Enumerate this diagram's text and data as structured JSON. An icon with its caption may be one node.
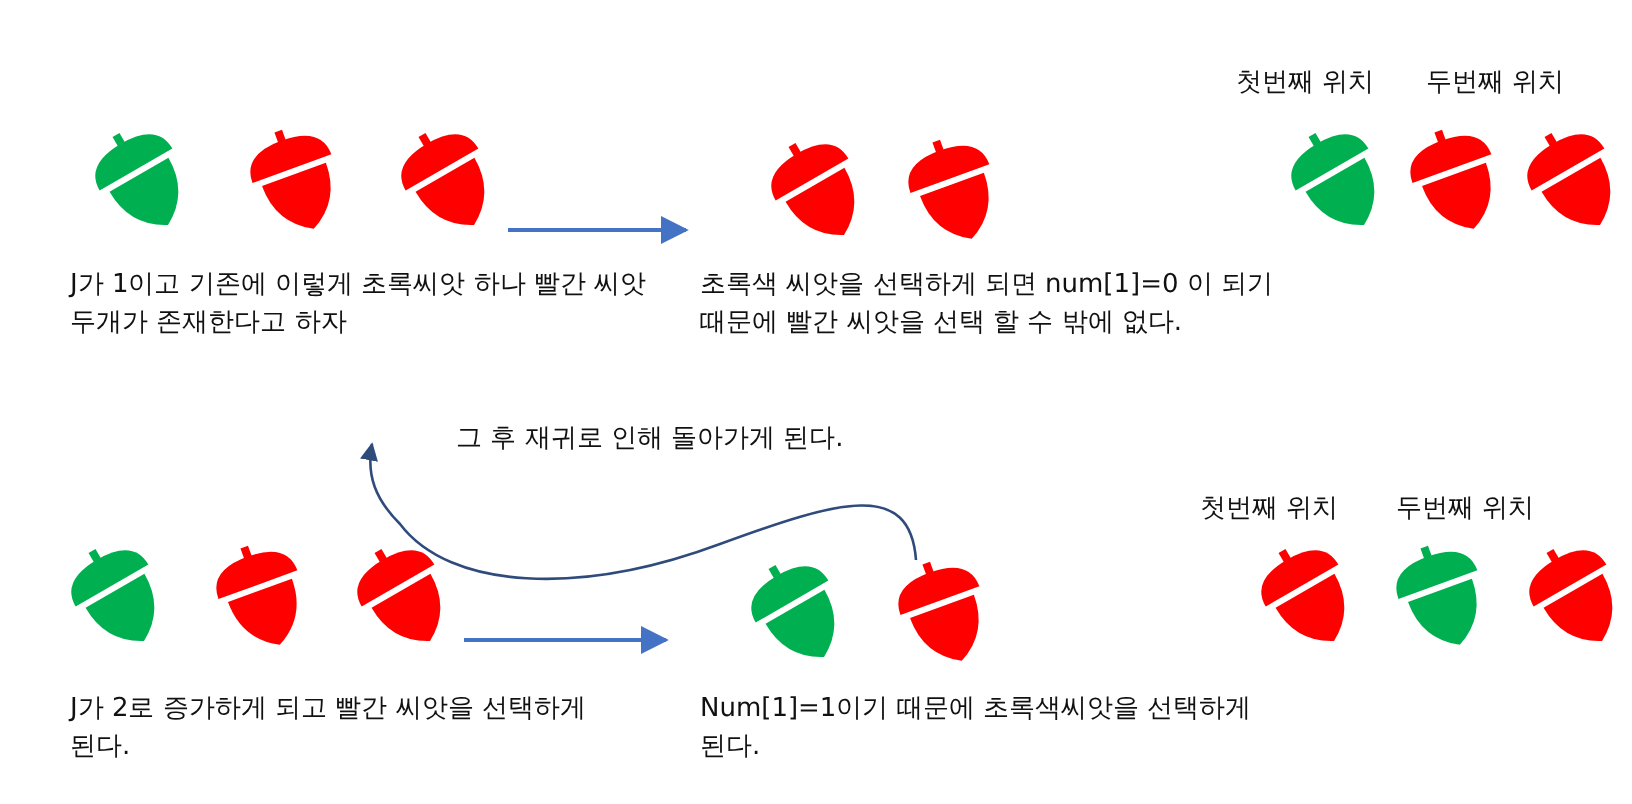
{
  "diagram": {
    "nodes": [
      {
        "text": [],
        "shape": "picture",
        "beside": [
          "J가 1이고 기존에 이렇게 초록씨앗 하나 빨간 씨앗 두개가 존재한다고 하자"
        ]
      },
      {
        "text": [],
        "shape": "picture",
        "beside": [
          "초록색 씨앗을 선택하게 되면 num[1]=0 이 되기 때문에 빨간 씨앗을 선택 할 수 밖에 없다."
        ]
      },
      {
        "text": [],
        "shape": "picture"
      },
      {
        "text": [],
        "shape": "picture",
        "beside": [
          "J가 2로 증가하게 되고 빨간 씨앗을 선택하게 된다."
        ]
      },
      {
        "text": [],
        "shape": "picture",
        "beside": [
          "Num[1]=1이기 때문에 초록색씨앗을 선택하게 된다."
        ]
      },
      {
        "text": [],
        "shape": "picture"
      }
    ],
    "edges": [
      {
        "from": 0,
        "to": 1,
        "arrow": "to",
        "color": "#4472c4"
      },
      {
        "from": 4,
        "to": null,
        "arrow": "to",
        "label": "그 후 재귀로 인해 돌아가게 된다.",
        "color": "#2f4b7c"
      },
      {
        "from": 3,
        "to": 4,
        "arrow": "to",
        "color": "#4472c4"
      }
    ],
    "labels": [
      "첫번째 위치",
      "두번째 위치",
      "첫번째 위치",
      "두번째 위치"
    ]
  }
}
